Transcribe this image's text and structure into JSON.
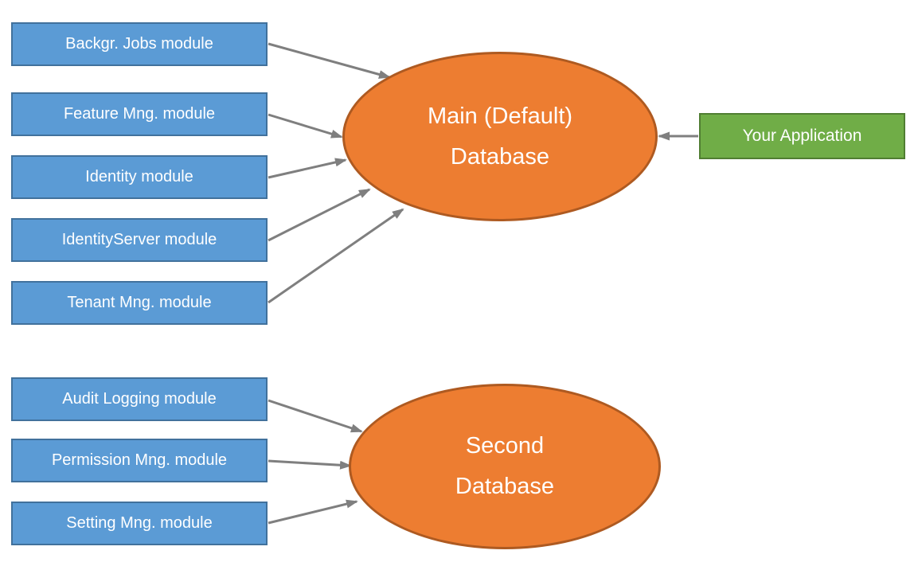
{
  "colors": {
    "module_fill": "#5b9bd5",
    "module_border": "#41719c",
    "db_fill": "#ed7d31",
    "db_border": "#ae5a21",
    "app_fill": "#70ad47",
    "app_border": "#507e32",
    "arrow": "#7f7f7f",
    "text_color": "#ffffff"
  },
  "main_group": {
    "modules": [
      "Backgr. Jobs module",
      "Feature Mng. module",
      "Identity module",
      "IdentityServer module",
      "Tenant Mng. module"
    ],
    "database": {
      "line1": "Main (Default)",
      "line2": "Database"
    }
  },
  "second_group": {
    "modules": [
      "Audit Logging module",
      "Permission Mng. module",
      "Setting Mng. module"
    ],
    "database": {
      "line1": "Second",
      "line2": "Database"
    }
  },
  "application": {
    "label": "Your Application"
  }
}
